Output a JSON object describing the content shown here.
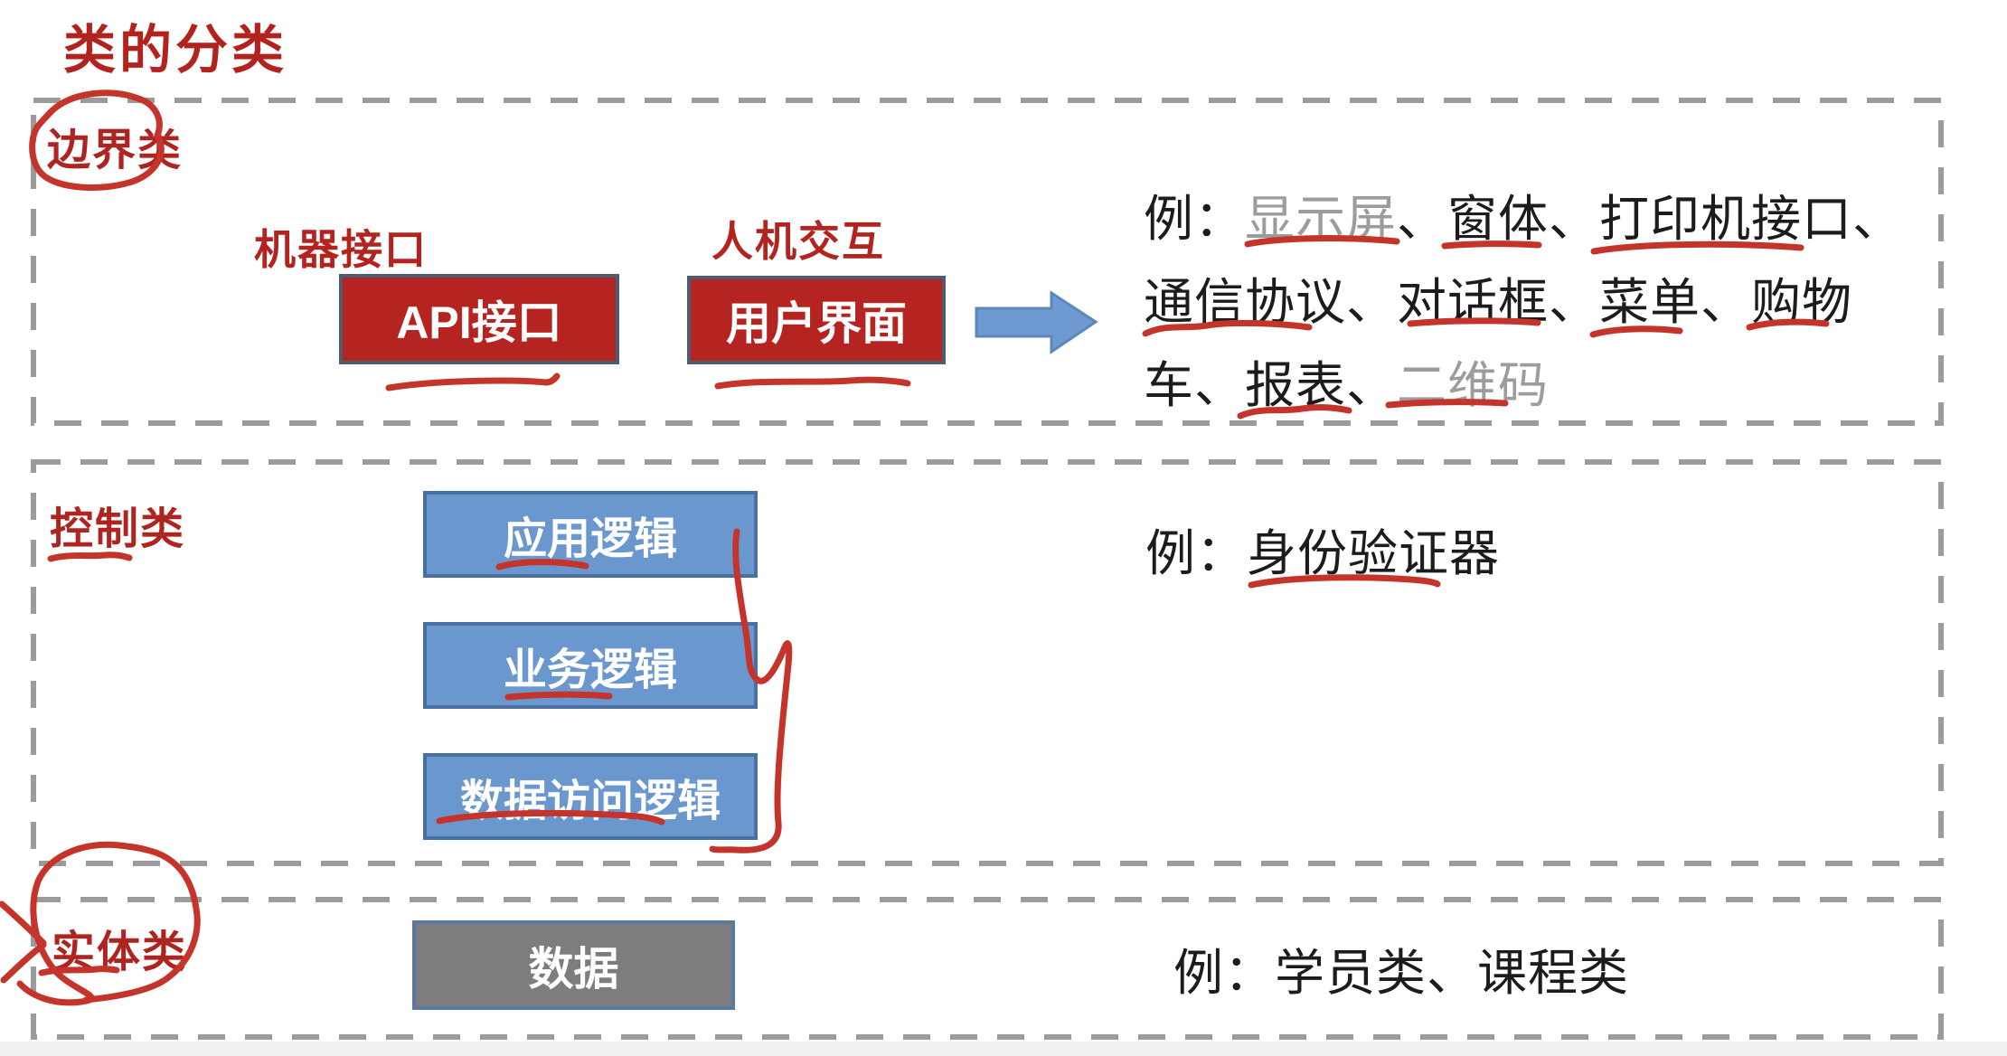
{
  "page": {
    "title": "类的分类"
  },
  "colors": {
    "title_red": "#b3231e",
    "label_red": "#ad2420",
    "button_red": "#b52421",
    "button_blue": "#6b97cf",
    "button_gray": "#7d7c7e",
    "handwriting_red": "#c4342b",
    "dashed_border_gray": "#9b9b9b",
    "arrow_blue": "#6e9ad1",
    "gray_text": "#9c9c9c",
    "black_text": "#1c1c1c"
  },
  "icons": {
    "right_arrow": "right-block-arrow"
  },
  "boundary": {
    "label": "边界类",
    "machine_interface_label": "机器接口",
    "api_button_label": "API接口",
    "hci_label": "人机交互",
    "ui_button_label": "用户界面",
    "example": {
      "prefix": "例：",
      "gray_item_1": "显示屏",
      "black_run_1": "、窗体、打印机接口、",
      "black_run_2": "通信协议、对话框、菜单、购物",
      "black_run_3": "车、报表、",
      "gray_item_2": "二维码"
    }
  },
  "control": {
    "label": "控制类",
    "boxes": [
      "应用逻辑",
      "业务逻辑",
      "数据访问逻辑"
    ],
    "example": "例：身份验证器"
  },
  "entity": {
    "label": "实体类",
    "box": "数据",
    "example": "例：学员类、课程类"
  }
}
